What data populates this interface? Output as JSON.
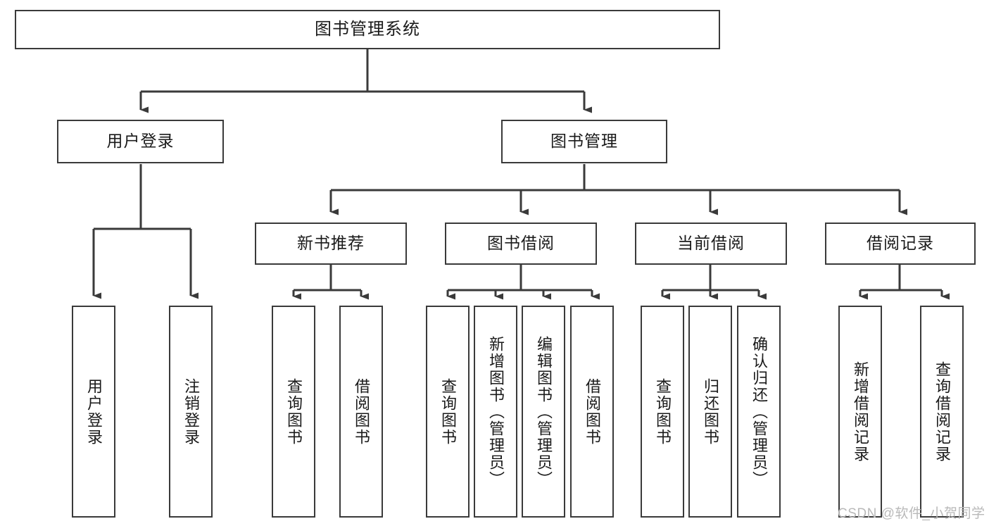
{
  "diagram": {
    "title": "图书管理系统",
    "type": "tree",
    "background": "#ffffff",
    "line_color": "#3a3a3a",
    "text_color": "#1a1a1a"
  },
  "nodes": {
    "root": {
      "label": "图书管理系统",
      "orientation": "horizontal"
    },
    "level2": [
      {
        "id": "user-login",
        "label": "用户登录",
        "orientation": "horizontal"
      },
      {
        "id": "book-manage",
        "label": "图书管理",
        "orientation": "horizontal"
      }
    ],
    "level3": [
      {
        "id": "new-book-recommend",
        "label": "新书推荐",
        "orientation": "horizontal"
      },
      {
        "id": "book-borrow",
        "label": "图书借阅",
        "orientation": "horizontal"
      },
      {
        "id": "current-borrow",
        "label": "当前借阅",
        "orientation": "horizontal"
      },
      {
        "id": "borrow-record",
        "label": "借阅记录",
        "orientation": "horizontal"
      }
    ],
    "leaves": {
      "user_login": [
        {
          "id": "leaf-user-login",
          "label": "用户登录",
          "orientation": "vertical"
        },
        {
          "id": "leaf-logout-login",
          "label": "注销登录",
          "orientation": "vertical"
        }
      ],
      "new_book_recommend": [
        {
          "id": "leaf-query-book-1",
          "label": "查询图书",
          "orientation": "vertical"
        },
        {
          "id": "leaf-borrow-book-1",
          "label": "借阅图书",
          "orientation": "vertical"
        }
      ],
      "book_borrow": [
        {
          "id": "leaf-query-book-2",
          "label": "查询图书",
          "orientation": "vertical"
        },
        {
          "id": "leaf-add-book",
          "label": "新增图书（管理员）",
          "orientation": "vertical"
        },
        {
          "id": "leaf-edit-book",
          "label": "编辑图书（管理员）",
          "orientation": "vertical"
        },
        {
          "id": "leaf-borrow-book-2",
          "label": "借阅图书",
          "orientation": "vertical"
        }
      ],
      "current_borrow": [
        {
          "id": "leaf-query-book-3",
          "label": "查询图书",
          "orientation": "vertical"
        },
        {
          "id": "leaf-return-book",
          "label": "归还图书",
          "orientation": "vertical"
        },
        {
          "id": "leaf-confirm-return",
          "label": "确认归还（管理员）",
          "orientation": "vertical"
        }
      ],
      "borrow_record": [
        {
          "id": "leaf-add-borrow-record",
          "label": "新增借阅记录",
          "orientation": "vertical"
        },
        {
          "id": "leaf-query-borrow-record",
          "label": "查询借阅记录",
          "orientation": "vertical"
        }
      ]
    }
  },
  "watermark": {
    "text": "CSDN @软件_小贺同学",
    "color": "#b9b9b9"
  }
}
